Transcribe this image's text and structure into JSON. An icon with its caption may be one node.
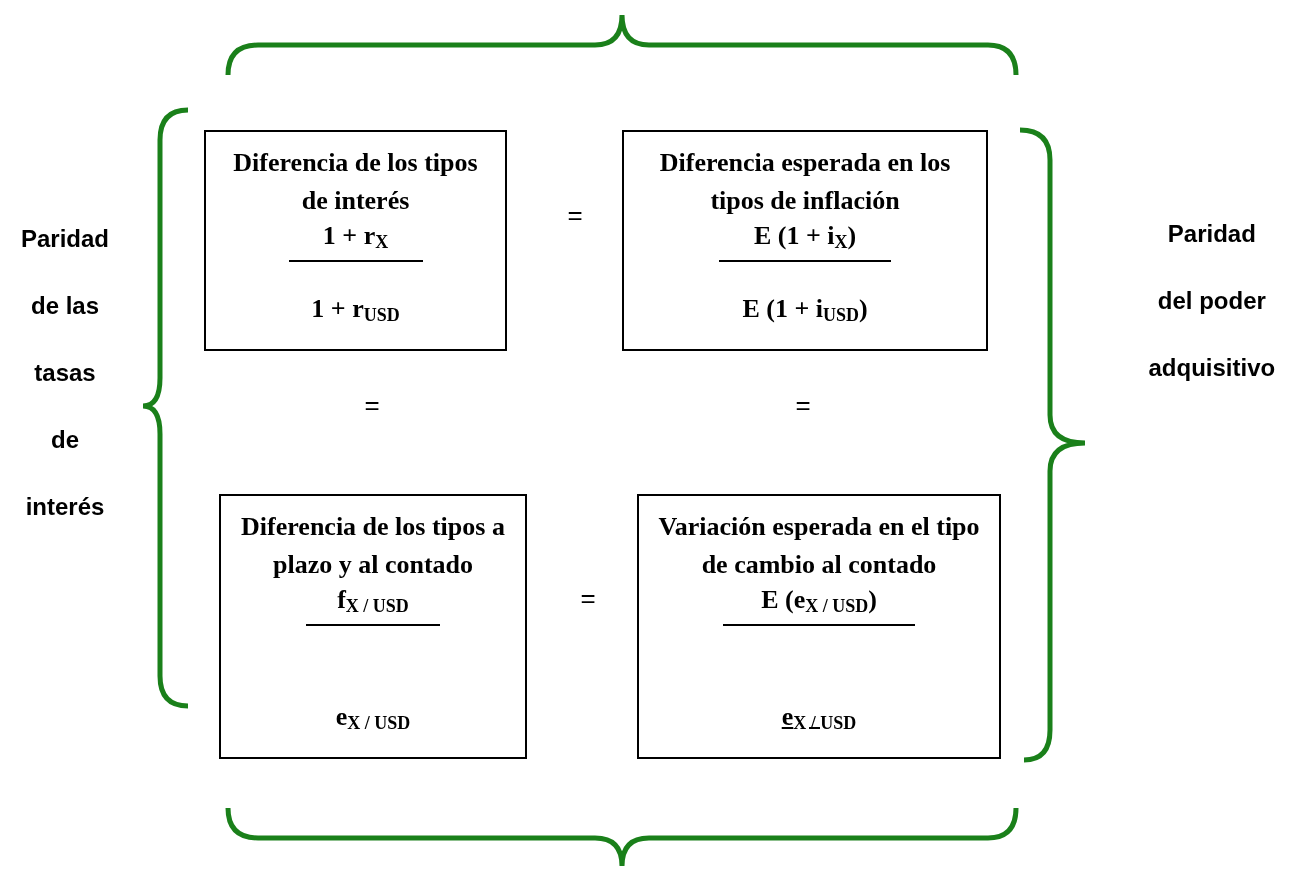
{
  "diagram": {
    "nodes": [
      {
        "text": [
          "Diferencia de los tipos de interés",
          "1 + r$_{X}$",
          "1 + r$_{USD}$"
        ]
      },
      {
        "text": [
          "Diferencia esperada en los tipos de inflación",
          "E (1 + i$_{X}$)",
          "E (1 + i$_{USD}$)"
        ]
      },
      {
        "text": [
          "Diferencia de los tipos a plazo y al contado",
          "f$_{X / USD}$",
          "e$_{X / USD}$"
        ]
      },
      {
        "text": [
          "Variación esperada en el tipo de cambio al contado",
          "E (e$_{X / USD}$)",
          "e$_{X / USD}$"
        ]
      }
    ],
    "edges": [],
    "labels": [
      "=",
      "Paridad de las tasas de interés",
      "Paridad del poder adquisitivo",
      "=",
      "=",
      "="
    ]
  }
}
